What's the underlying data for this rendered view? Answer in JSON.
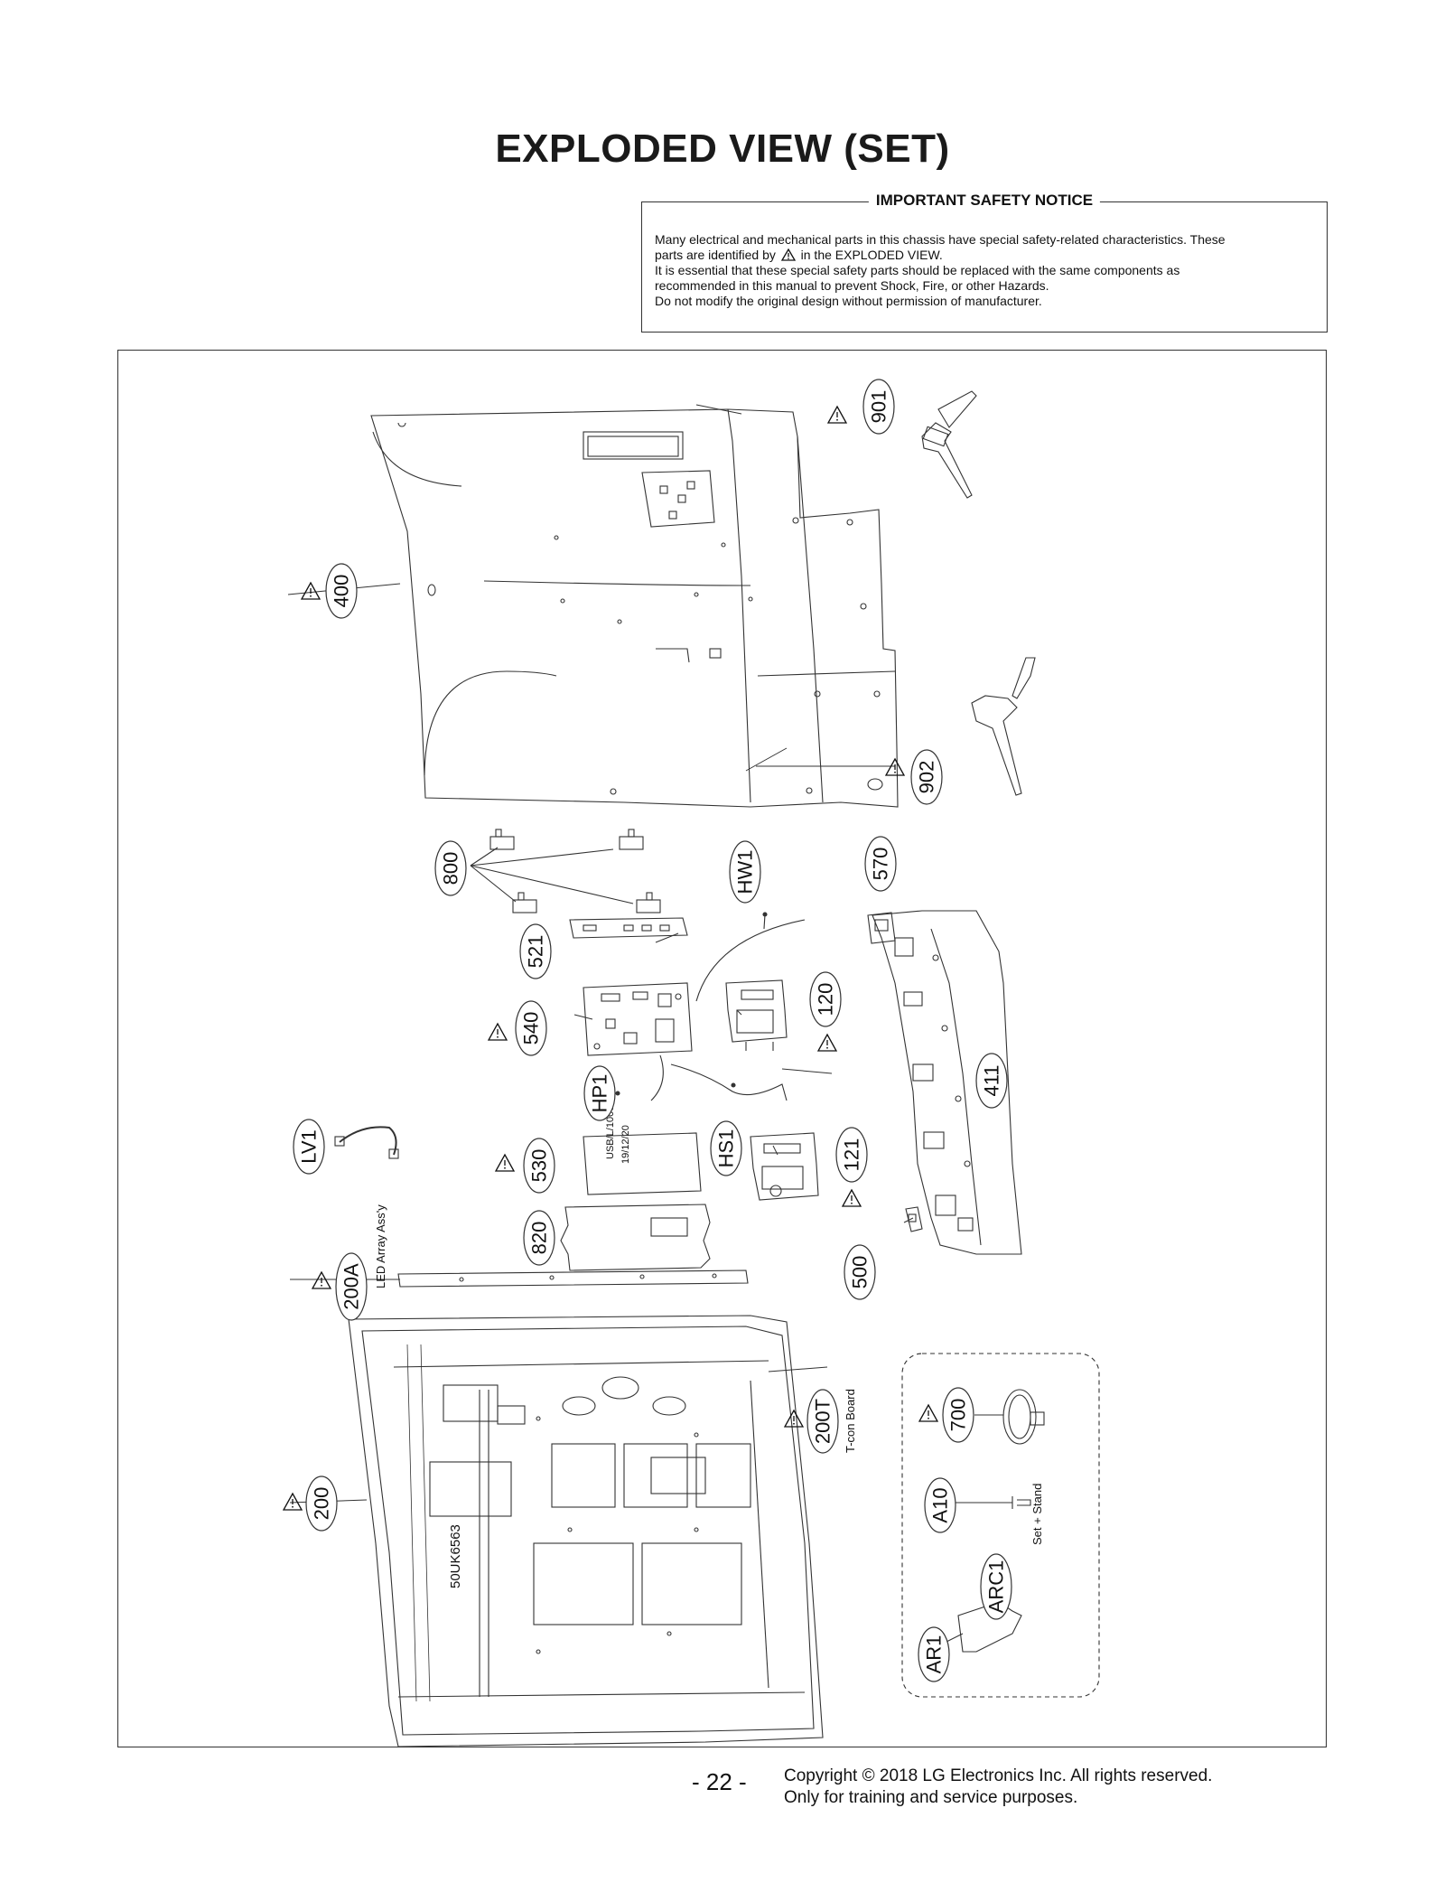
{
  "page_title": "EXPLODED VIEW (SET)",
  "notice": {
    "heading": "IMPORTANT SAFETY NOTICE",
    "line1": "Many electrical and mechanical parts in this chassis have special safety-related characteristics. These",
    "line2_pre": "parts are identified by",
    "line2_post": "in the EXPLODED VIEW.",
    "line3": "It is essential that these special safety parts should be replaced with the same components as",
    "line4": "recommended in this manual to prevent Shock, Fire, or other Hazards.",
    "line5": "Do not modify the original design without permission of manufacturer."
  },
  "parts": {
    "p400": "400",
    "p901": "901",
    "p902": "902",
    "p800": "800",
    "p521": "521",
    "pHW1": "HW1",
    "p570": "570",
    "p540": "540",
    "p120": "120",
    "p411": "411",
    "pHP1": "HP1",
    "pLV1": "LV1",
    "p530": "530",
    "pHS1": "HS1",
    "p121": "121",
    "p820": "820",
    "p200A": "200A",
    "p500": "500",
    "p200T": "200T",
    "p700": "700",
    "p200": "200",
    "pA10": "A10",
    "pARC1": "ARC1",
    "pAR1": "AR1"
  },
  "captions": {
    "led_array": "LED Array Ass'y",
    "tcon": "T-con Board",
    "set_stand": "Set + Stand"
  },
  "model_text": "50UK6563",
  "footer": {
    "page_number": "- 22 -",
    "copyright_line1": "Copyright © 2018 LG Electronics Inc. All rights reserved.",
    "copyright_line2": "Only for training and service purposes."
  },
  "icons": {
    "safety": "warning-triangle-icon"
  }
}
